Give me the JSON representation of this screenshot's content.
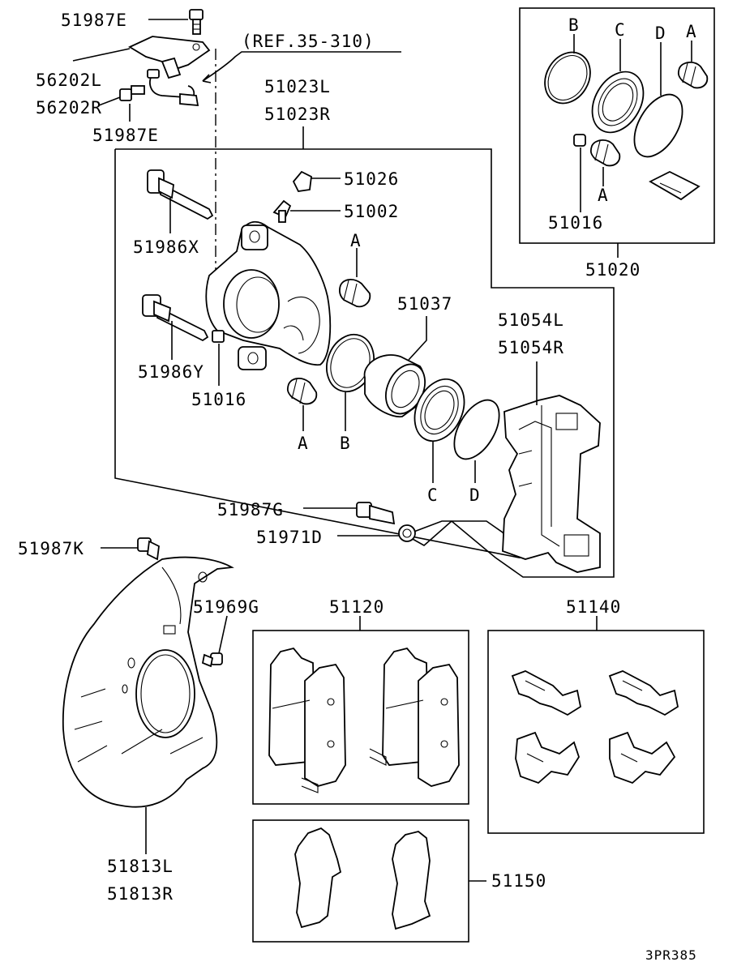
{
  "callouts": {
    "p51987E_top": "51987E",
    "p56202L": "56202L",
    "p56202R": "56202R",
    "p51987E_bottom": "51987E",
    "ref": "(REF.35-310)",
    "p51023L": "51023L",
    "p51023R": "51023R",
    "p51026": "51026",
    "p51002": "51002",
    "p51986X": "51986X",
    "p51986Y": "51986Y",
    "p51016": "51016",
    "p51037": "51037",
    "p51054L": "51054L",
    "p51054R": "51054R",
    "p51987G": "51987G",
    "p51971D": "51971D",
    "p51987K": "51987K",
    "p51969G": "51969G",
    "p51120": "51120",
    "p51140": "51140",
    "p51813L": "51813L",
    "p51813R": "51813R",
    "p51150": "51150",
    "kit_51016": "51016",
    "kit_51020": "51020",
    "drawing_code": "3PR385"
  },
  "letters": {
    "A": "A",
    "B": "B",
    "C": "C",
    "D": "D"
  },
  "icons": {
    "line_color": "#000000",
    "background": "#ffffff"
  }
}
